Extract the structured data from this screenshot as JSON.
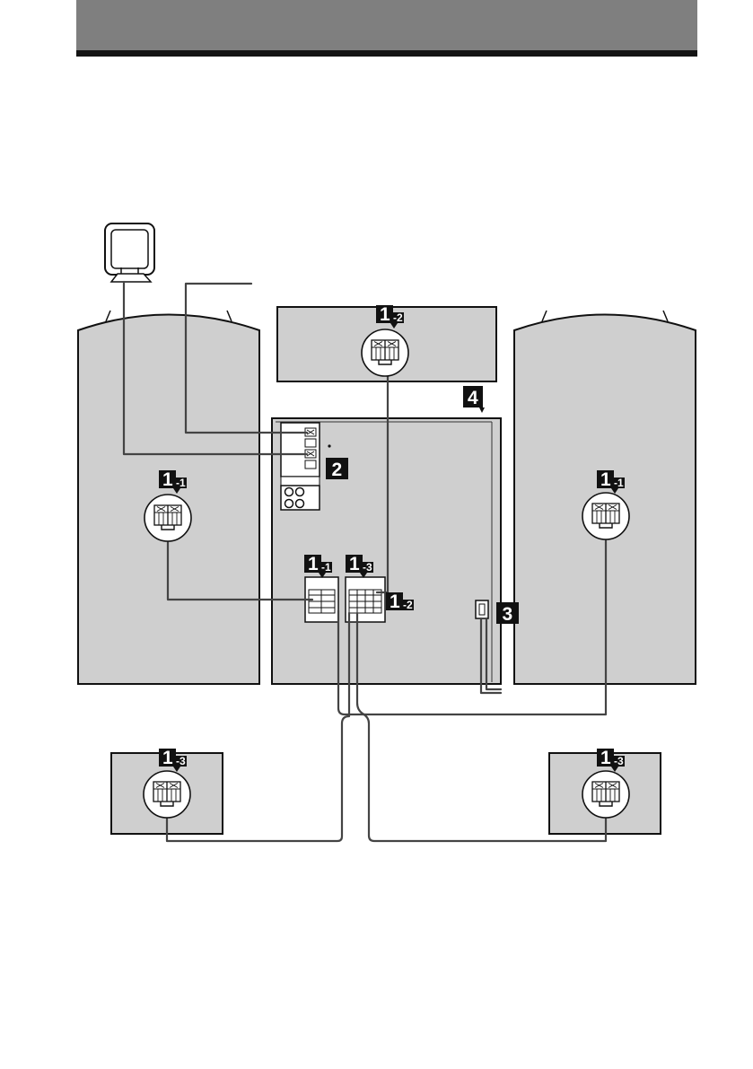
{
  "labels": {
    "main_1": "1",
    "main_2": "2",
    "main_3": "3",
    "main_4": "4",
    "sub_1": "-1",
    "sub_2": "-2",
    "sub_3": "-3"
  },
  "colors": {
    "header_bar": "#7f7f7f",
    "header_rule": "#141414",
    "panel_fill": "#cfcfcf",
    "outline": "#111111",
    "cable": "#444444",
    "label_bg": "#111111"
  },
  "icons": [
    "loop-antenna-icon",
    "speaker-terminal-icon",
    "power-cord-icon"
  ]
}
